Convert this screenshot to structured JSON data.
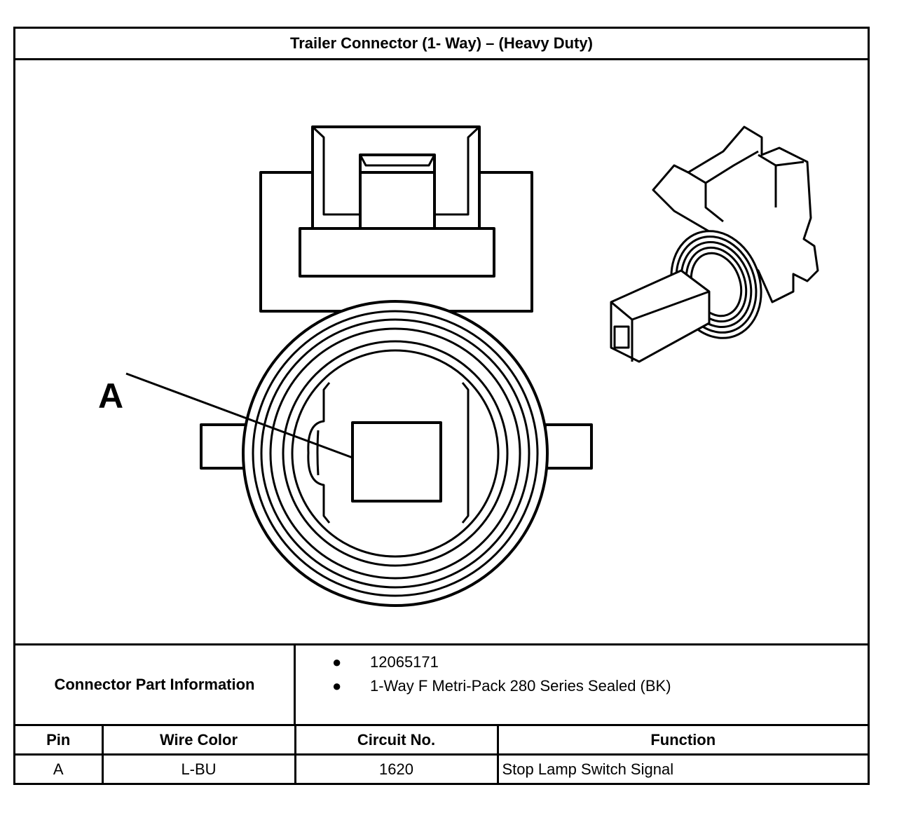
{
  "title": "Trailer Connector (1- Way) – (Heavy Duty)",
  "figure": {
    "callout_label": "A"
  },
  "connector_info": {
    "label": "Connector Part Information",
    "items": [
      "12065171",
      "1-Way F Metri-Pack 280 Series Sealed (BK)"
    ]
  },
  "pin_table": {
    "headers": [
      "Pin",
      "Wire Color",
      "Circuit No.",
      "Function"
    ],
    "rows": [
      [
        "A",
        "L-BU",
        "1620",
        "Stop Lamp Switch Signal"
      ]
    ]
  }
}
